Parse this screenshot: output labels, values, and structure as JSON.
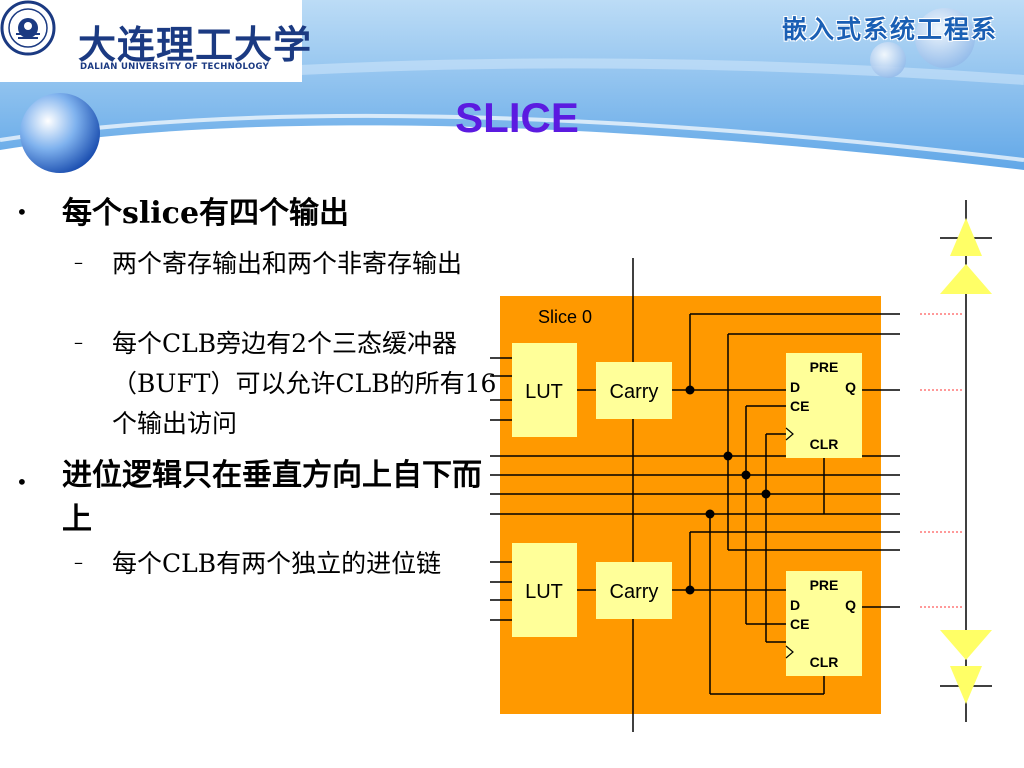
{
  "header": {
    "university_cn": "大连理工大学",
    "university_en": "DALIAN UNIVERSITY OF TECHNOLOGY",
    "course": "嵌入式系统工程系"
  },
  "slide": {
    "title": "SLICE",
    "bullets": [
      {
        "text": "每个slice有四个输出",
        "subs": [
          "两个寄存输出和两个非寄存输出",
          "每个CLB旁边有2个三态缓冲器（BUFT）可以允许CLB的所有16个输出访问"
        ]
      },
      {
        "text": "进位逻辑只在垂直方向上自下而上",
        "subs": [
          "每个CLB有两个独立的进位链"
        ]
      }
    ]
  },
  "diagram": {
    "slice_label": "Slice 0",
    "lut_label": "LUT",
    "carry_label": "Carry",
    "ff": {
      "pre": "PRE",
      "d": "D",
      "q": "Q",
      "ce": "CE",
      "clr": "CLR"
    },
    "colors": {
      "slice_fill": "#ff9900",
      "lut_fill": "#ffff99",
      "ff_fill": "#ffff99",
      "title": "#5b1ae0"
    }
  }
}
